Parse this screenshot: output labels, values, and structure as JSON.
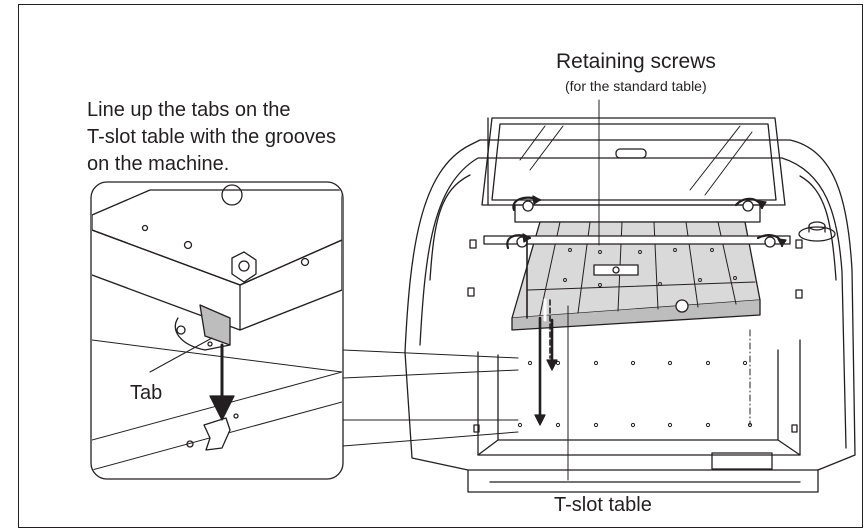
{
  "instruction": {
    "lines": [
      "Line up the tabs on the",
      "T-slot table with the grooves",
      "on the machine."
    ]
  },
  "labels": {
    "retaining_screws": "Retaining screws",
    "retaining_screws_note": "(for the standard table)",
    "t_slot_table": "T-slot table",
    "tab": "Tab"
  },
  "colors": {
    "line": "#231f20",
    "table_fill": "#c9c9c9",
    "tab_fill": "#bdbdbd",
    "background": "#ffffff"
  }
}
